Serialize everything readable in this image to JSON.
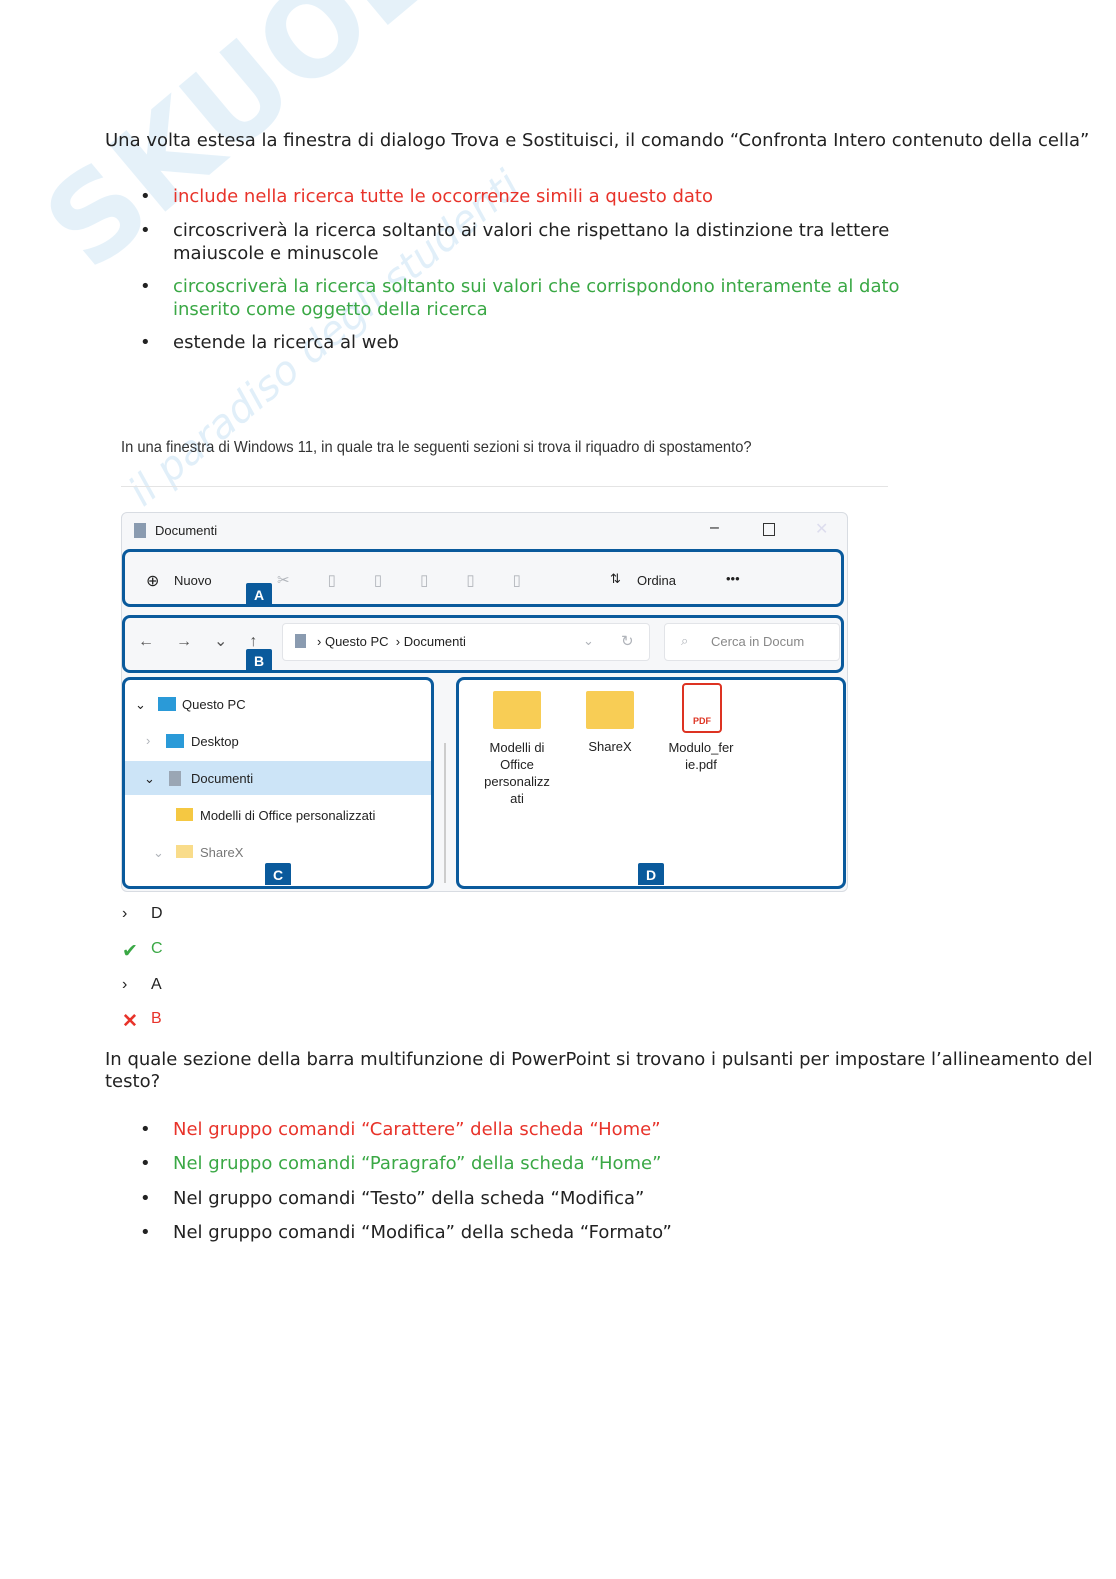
{
  "watermark": {
    "brand": "SKUOLA.net",
    "tagline": "il paradiso degli studenti"
  },
  "q1": {
    "question": "Una volta estesa la finestra di dialogo Trova e Sostituisci, il comando “Confronta Intero contenuto della cella”",
    "options": [
      {
        "text": "include nella ricerca tutte le occorrenze simili a questo dato",
        "status": "wrong"
      },
      {
        "text": "circoscriverà la ricerca soltanto ai valori che rispettano la distinzione tra lettere maiuscole e minuscole",
        "status": "neutral"
      },
      {
        "text": "circoscriverà la ricerca soltanto sui valori che corrispondono interamente al dato inserito come oggetto della ricerca",
        "status": "correct"
      },
      {
        "text": "estende la ricerca al web",
        "status": "neutral"
      }
    ]
  },
  "q2": {
    "question": "In una finestra di Windows 11, in quale tra le seguenti sezioni si trova il riquadro di spostamento?",
    "window": {
      "title": "Documenti",
      "new_label": "Nuovo",
      "sort_label": "Ordina",
      "more": "•••",
      "breadcrumb": [
        "Questo PC",
        "Documenti"
      ],
      "search_placeholder": "Cerca in Docum",
      "tree": [
        "Questo PC",
        "Desktop",
        "Documenti",
        "Modelli di Office personalizzati",
        "ShareX"
      ],
      "files": [
        "Modelli di Office personalizz ati",
        "ShareX",
        "Modulo_fer ie.pdf"
      ],
      "pdf_badge": "PDF",
      "tags": [
        "A",
        "B",
        "C",
        "D"
      ]
    },
    "answers": [
      {
        "label": "D",
        "mark": "chevron"
      },
      {
        "label": "C",
        "mark": "check"
      },
      {
        "label": "A",
        "mark": "chevron"
      },
      {
        "label": "B",
        "mark": "cross"
      }
    ]
  },
  "q3": {
    "question": "In quale sezione della barra multifunzione di PowerPoint si trovano i pulsanti per impostare l’allineamento del testo?",
    "options": [
      {
        "text": "Nel gruppo comandi “Carattere” della scheda “Home”",
        "status": "wrong"
      },
      {
        "text": "Nel gruppo comandi “Paragrafo” della scheda “Home”",
        "status": "correct"
      },
      {
        "text": "Nel gruppo comandi “Testo” della scheda “Modifica”",
        "status": "neutral"
      },
      {
        "text": "Nel gruppo comandi “Modifica” della scheda “Formato”",
        "status": "neutral"
      }
    ]
  },
  "colors": {
    "wrong": "#e8332a",
    "correct": "#3aa845",
    "tag": "#0a5a9c"
  }
}
